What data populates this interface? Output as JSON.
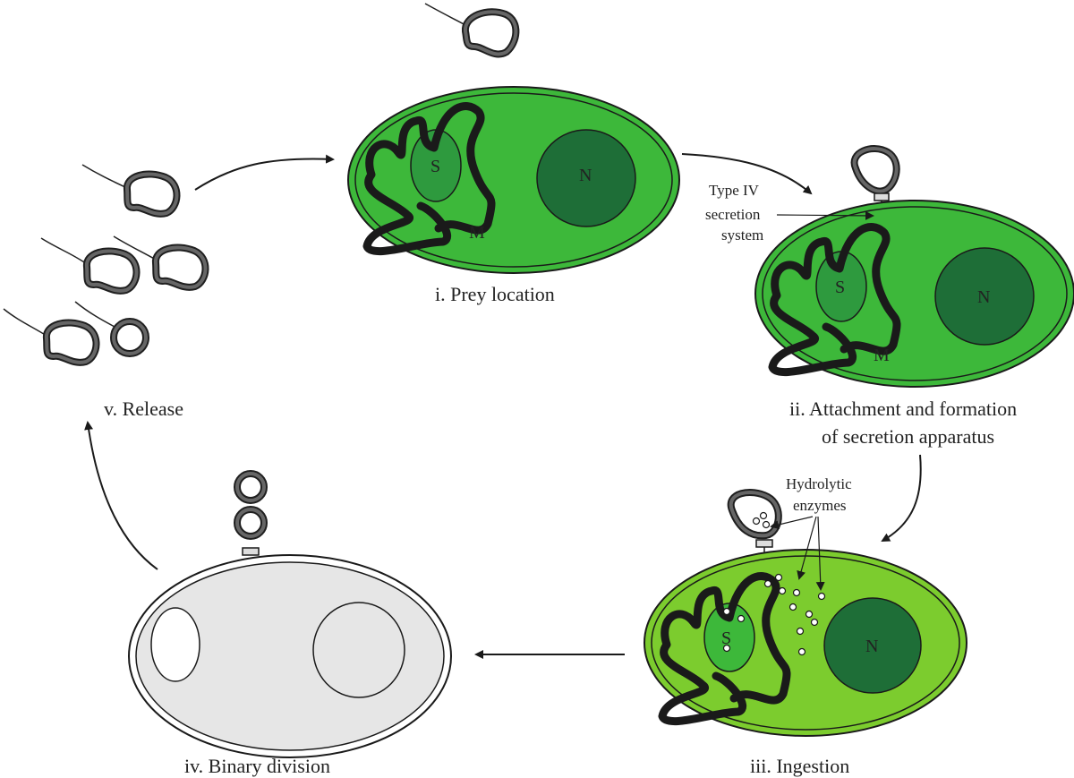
{
  "stages": {
    "prey_location": "i. Prey location",
    "attachment_line1": "ii. Attachment and formation",
    "attachment_line2": "of secretion apparatus",
    "ingestion": "iii. Ingestion",
    "binary_division": "iv. Binary division",
    "release": "v. Release"
  },
  "labels": {
    "type_iv_line1": "Type IV",
    "type_iv_line2": "secretion",
    "type_iv_line3": "system",
    "hydrolytic_line1": "Hydrolytic",
    "hydrolytic_line2": "enzymes",
    "starch": "S",
    "nucleus": "N",
    "mitochondrion": "M"
  },
  "colors": {
    "cell_green": "#3db83a",
    "cell_light_green": "#7ccc2e",
    "starch_green": "#2e9a3e",
    "nucleus_green": "#1e6e37",
    "bacterium_gray": "#5a5a5a",
    "empty_cell_gray": "#e6e6e6"
  }
}
